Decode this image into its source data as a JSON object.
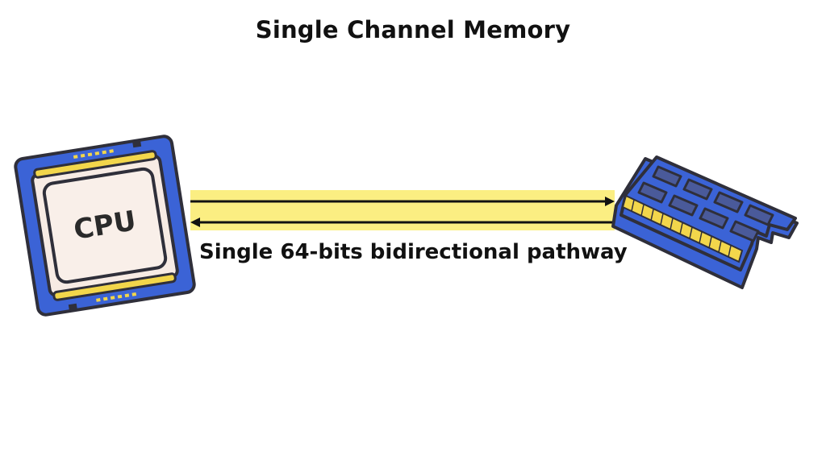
{
  "title": "Single Channel Memory",
  "cpu": {
    "label": "CPU",
    "icon": "cpu-chip-icon",
    "colors": {
      "substrate": "#3b63d6",
      "heatspreader": "#f7ebe4",
      "outline": "#2f2f3a",
      "contacts": "#f2d64b"
    }
  },
  "memory": {
    "icon": "ram-module-icon",
    "colors": {
      "pcb": "#3b63d6",
      "chips": "#4a5a9a",
      "contacts": "#f2d64b",
      "outline": "#2f2f3a"
    }
  },
  "pathway": {
    "caption": "Single 64-bits bidirectional pathway",
    "highlight_color": "#fbee82",
    "arrow_color": "#111111",
    "directions": [
      "cpu-to-memory",
      "memory-to-cpu"
    ]
  }
}
